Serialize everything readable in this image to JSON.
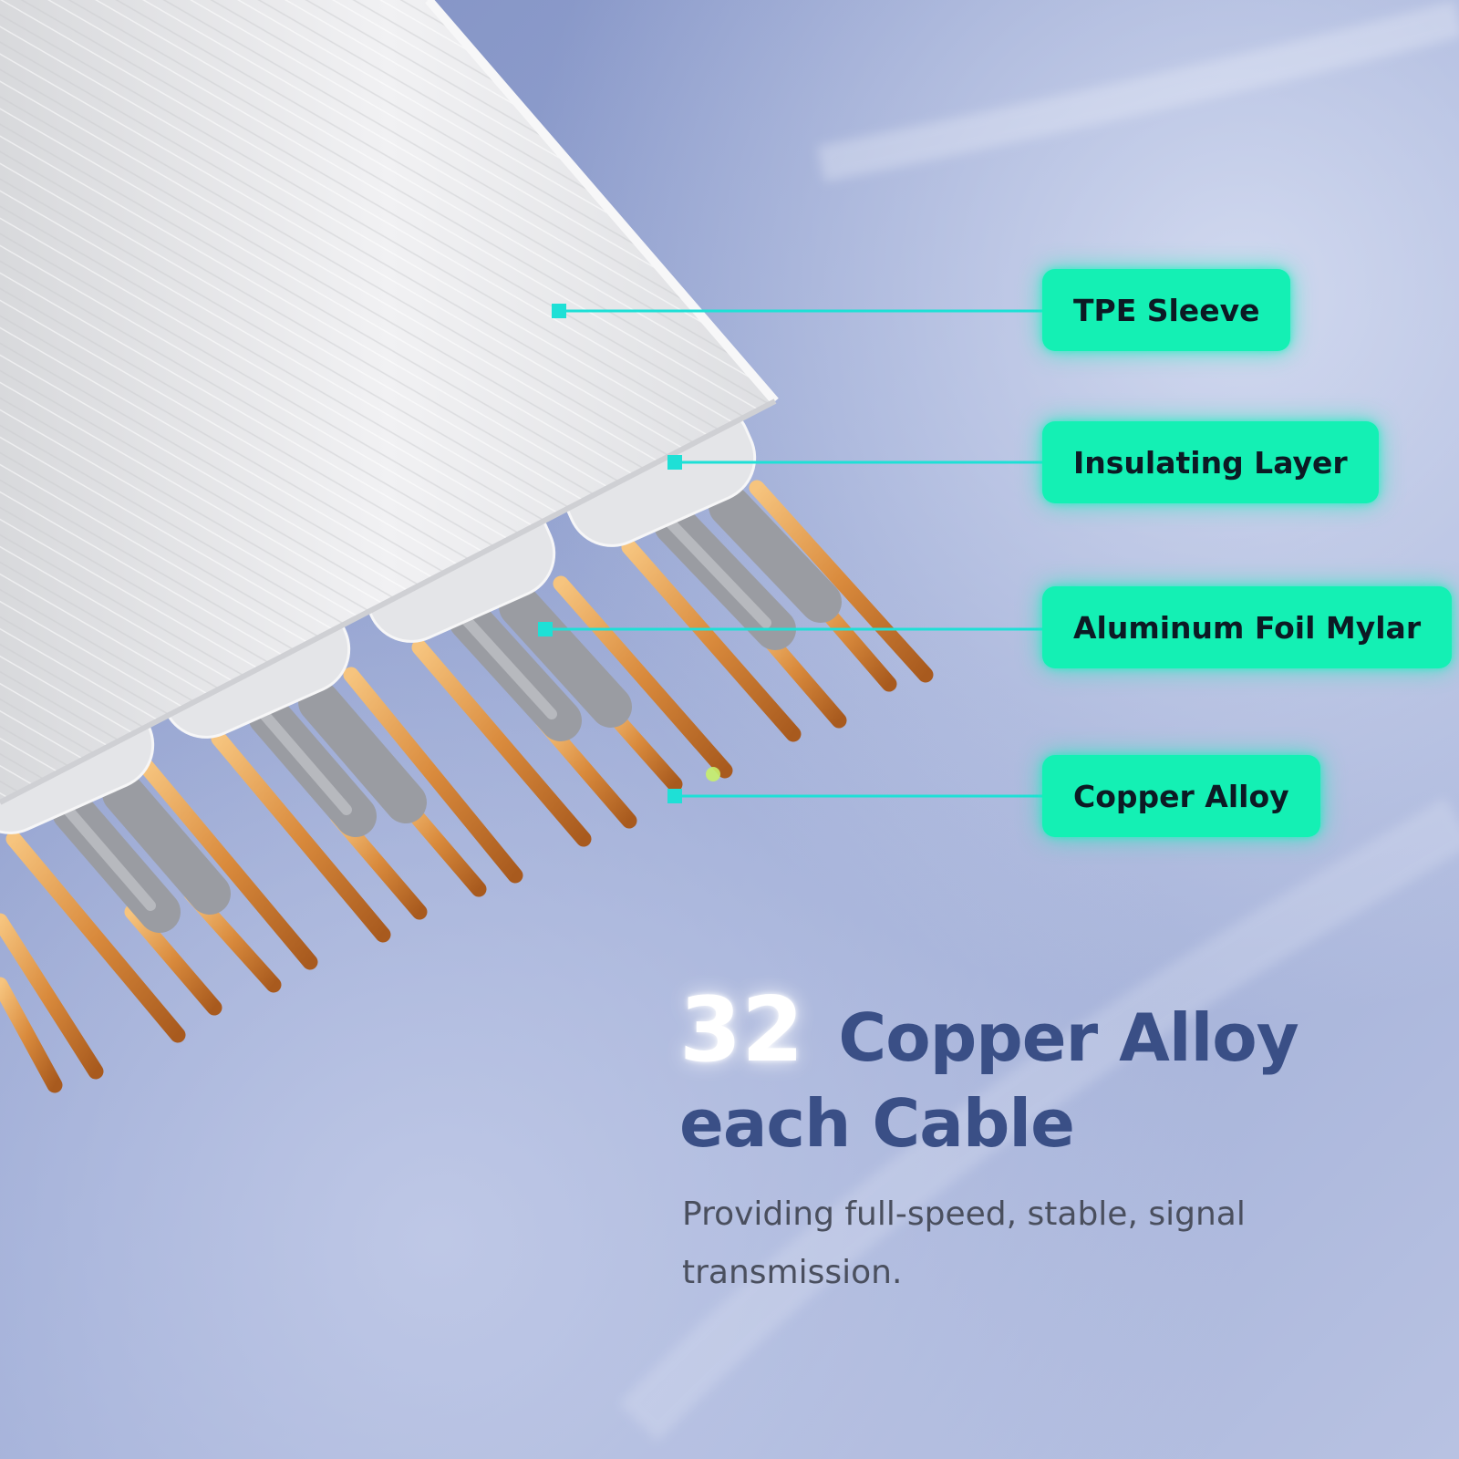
{
  "colors": {
    "accent": "#14f0b4",
    "accent_line": "#1ee0d6",
    "headline": "#3a4f86",
    "body_text": "#4a4f5e",
    "background": "#a4b2d8",
    "copper": "#d98a3c",
    "jacket": "#e9eaec"
  },
  "callouts": [
    {
      "label": "TPE Sleeve"
    },
    {
      "label": "Insulating Layer"
    },
    {
      "label": "Aluminum Foil Mylar"
    },
    {
      "label": "Copper Alloy"
    }
  ],
  "headline": {
    "number": "32",
    "line1": "Copper Alloy",
    "line2": "each Cable"
  },
  "description": "Providing full-speed, stable, signal transmission."
}
